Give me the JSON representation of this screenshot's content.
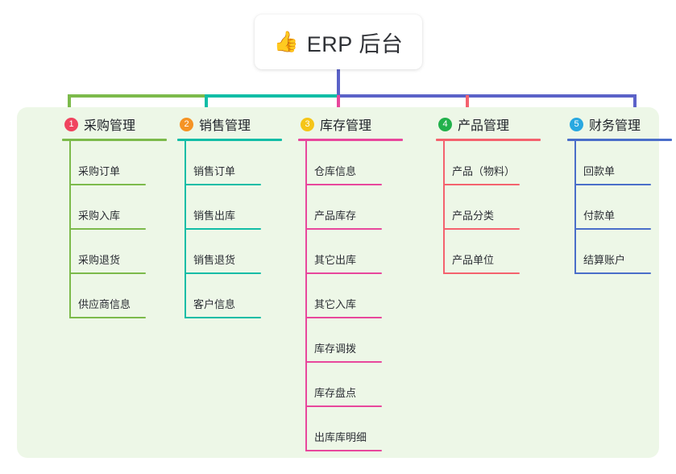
{
  "root": {
    "icon": "thumbs-up-icon",
    "icon_glyph": "👍",
    "title": "ERP 后台"
  },
  "panel": {
    "background_color": "#edf7e7"
  },
  "connectors": {
    "trunk_color": "#5b62c8",
    "bar_segments": [
      {
        "color": "#7cba4b"
      },
      {
        "color": "#11bda6"
      },
      {
        "color": "#5b62c8"
      }
    ]
  },
  "columns": [
    {
      "index": "1",
      "badge_label": "1",
      "badge_color": "#f0445f",
      "label": "采购管理",
      "line_color": "#7cba4b",
      "drop_color": "#7cba4b",
      "items": [
        {
          "label": "采购订单"
        },
        {
          "label": "采购入库"
        },
        {
          "label": "采购退货"
        },
        {
          "label": "供应商信息"
        }
      ]
    },
    {
      "index": "2",
      "badge_label": "2",
      "badge_color": "#f59324",
      "label": "销售管理",
      "line_color": "#11bda6",
      "drop_color": "#11bda6",
      "items": [
        {
          "label": "销售订单"
        },
        {
          "label": "销售出库"
        },
        {
          "label": "销售退货"
        },
        {
          "label": "客户信息"
        }
      ]
    },
    {
      "index": "3",
      "badge_label": "3",
      "badge_color": "#f5c518",
      "label": "库存管理",
      "line_color": "#e8479c",
      "drop_color": "#e8479c",
      "items": [
        {
          "label": "仓库信息"
        },
        {
          "label": "产品库存"
        },
        {
          "label": "其它出库"
        },
        {
          "label": "其它入库"
        },
        {
          "label": "库存调拨"
        },
        {
          "label": "库存盘点"
        },
        {
          "label": "出库库明细"
        }
      ]
    },
    {
      "index": "4",
      "badge_label": "4",
      "badge_color": "#22b14c",
      "label": "产品管理",
      "line_color": "#f4626e",
      "drop_color": "#f4626e",
      "items": [
        {
          "label": "产品（物料）"
        },
        {
          "label": "产品分类"
        },
        {
          "label": "产品单位"
        }
      ]
    },
    {
      "index": "5",
      "badge_label": "5",
      "badge_color": "#29a8e0",
      "label": "财务管理",
      "line_color": "#4a6ec9",
      "drop_color": "#5b62c8",
      "items": [
        {
          "label": "回款单"
        },
        {
          "label": "付款单"
        },
        {
          "label": "结算账户"
        }
      ]
    }
  ]
}
